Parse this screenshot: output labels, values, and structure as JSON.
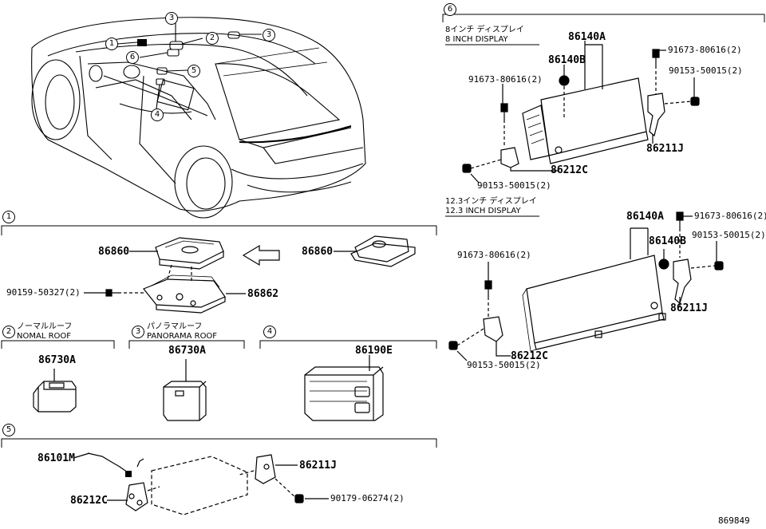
{
  "sections": {
    "s1": {
      "num": "1"
    },
    "s2": {
      "num": "2",
      "title_jp": "ノーマルルーフ",
      "title_en": "NOMAL ROOF"
    },
    "s3": {
      "num": "3",
      "title_jp": "パノラマルーフ",
      "title_en": "PANORAMA ROOF"
    },
    "s4": {
      "num": "4"
    },
    "s5": {
      "num": "5"
    },
    "s6": {
      "num": "6"
    }
  },
  "car_callouts": [
    "3",
    "2",
    "1",
    "3",
    "6",
    "5",
    "4"
  ],
  "display8": {
    "title_jp": "8インチ ディスプレイ",
    "title_en": "8 INCH DISPLAY"
  },
  "display12": {
    "title_jp": "12.3インチ ディスプレイ",
    "title_en": "12.3 INCH DISPLAY"
  },
  "parts": {
    "p86860a": "86860",
    "p86860b": "86860",
    "p90159": "90159-50327(2)",
    "p86862": "86862",
    "p86730a_n": "86730A",
    "p86730a_p": "86730A",
    "p86190e": "86190E",
    "p86101m": "86101M",
    "p86211j_s5": "86211J",
    "p86212c_s5": "86212C",
    "p90179": "90179-06274(2)",
    "d8_86140a": "86140A",
    "d8_86140b": "86140B",
    "d8_91673a": "91673-80616(2)",
    "d8_91673b": "91673-80616(2)",
    "d8_90153a": "90153-50015(2)",
    "d8_86211j": "86211J",
    "d8_86212c": "86212C",
    "d8_90153b": "90153-50015(2)",
    "d12_86140a": "86140A",
    "d12_91673a": "91673-80616(2)",
    "d12_86140b": "86140B",
    "d12_90153a": "90153-50015(2)",
    "d12_91673b": "91673-80616(2)",
    "d12_86211j": "86211J",
    "d12_86212c": "86212C",
    "d12_90153b": "90153-50015(2)"
  },
  "ref_number": "869849"
}
